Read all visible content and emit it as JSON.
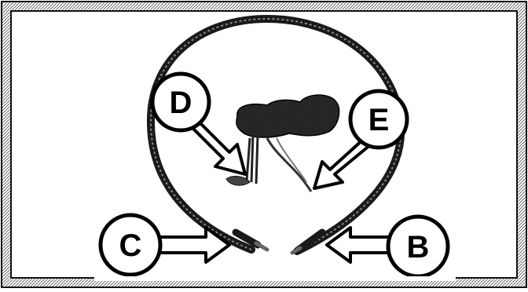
{
  "figure": {
    "stroke_color": "#111111",
    "hatch_color": "#444444",
    "background": "#ffffff",
    "callouts": [
      {
        "id": "D",
        "label": "D",
        "points_to": "left-lead-pins"
      },
      {
        "id": "E",
        "label": "E",
        "points_to": "right-lead-wire"
      },
      {
        "id": "C",
        "label": "C",
        "points_to": "left-cable-end"
      },
      {
        "id": "B",
        "label": "B",
        "points_to": "right-cable-end"
      }
    ]
  }
}
